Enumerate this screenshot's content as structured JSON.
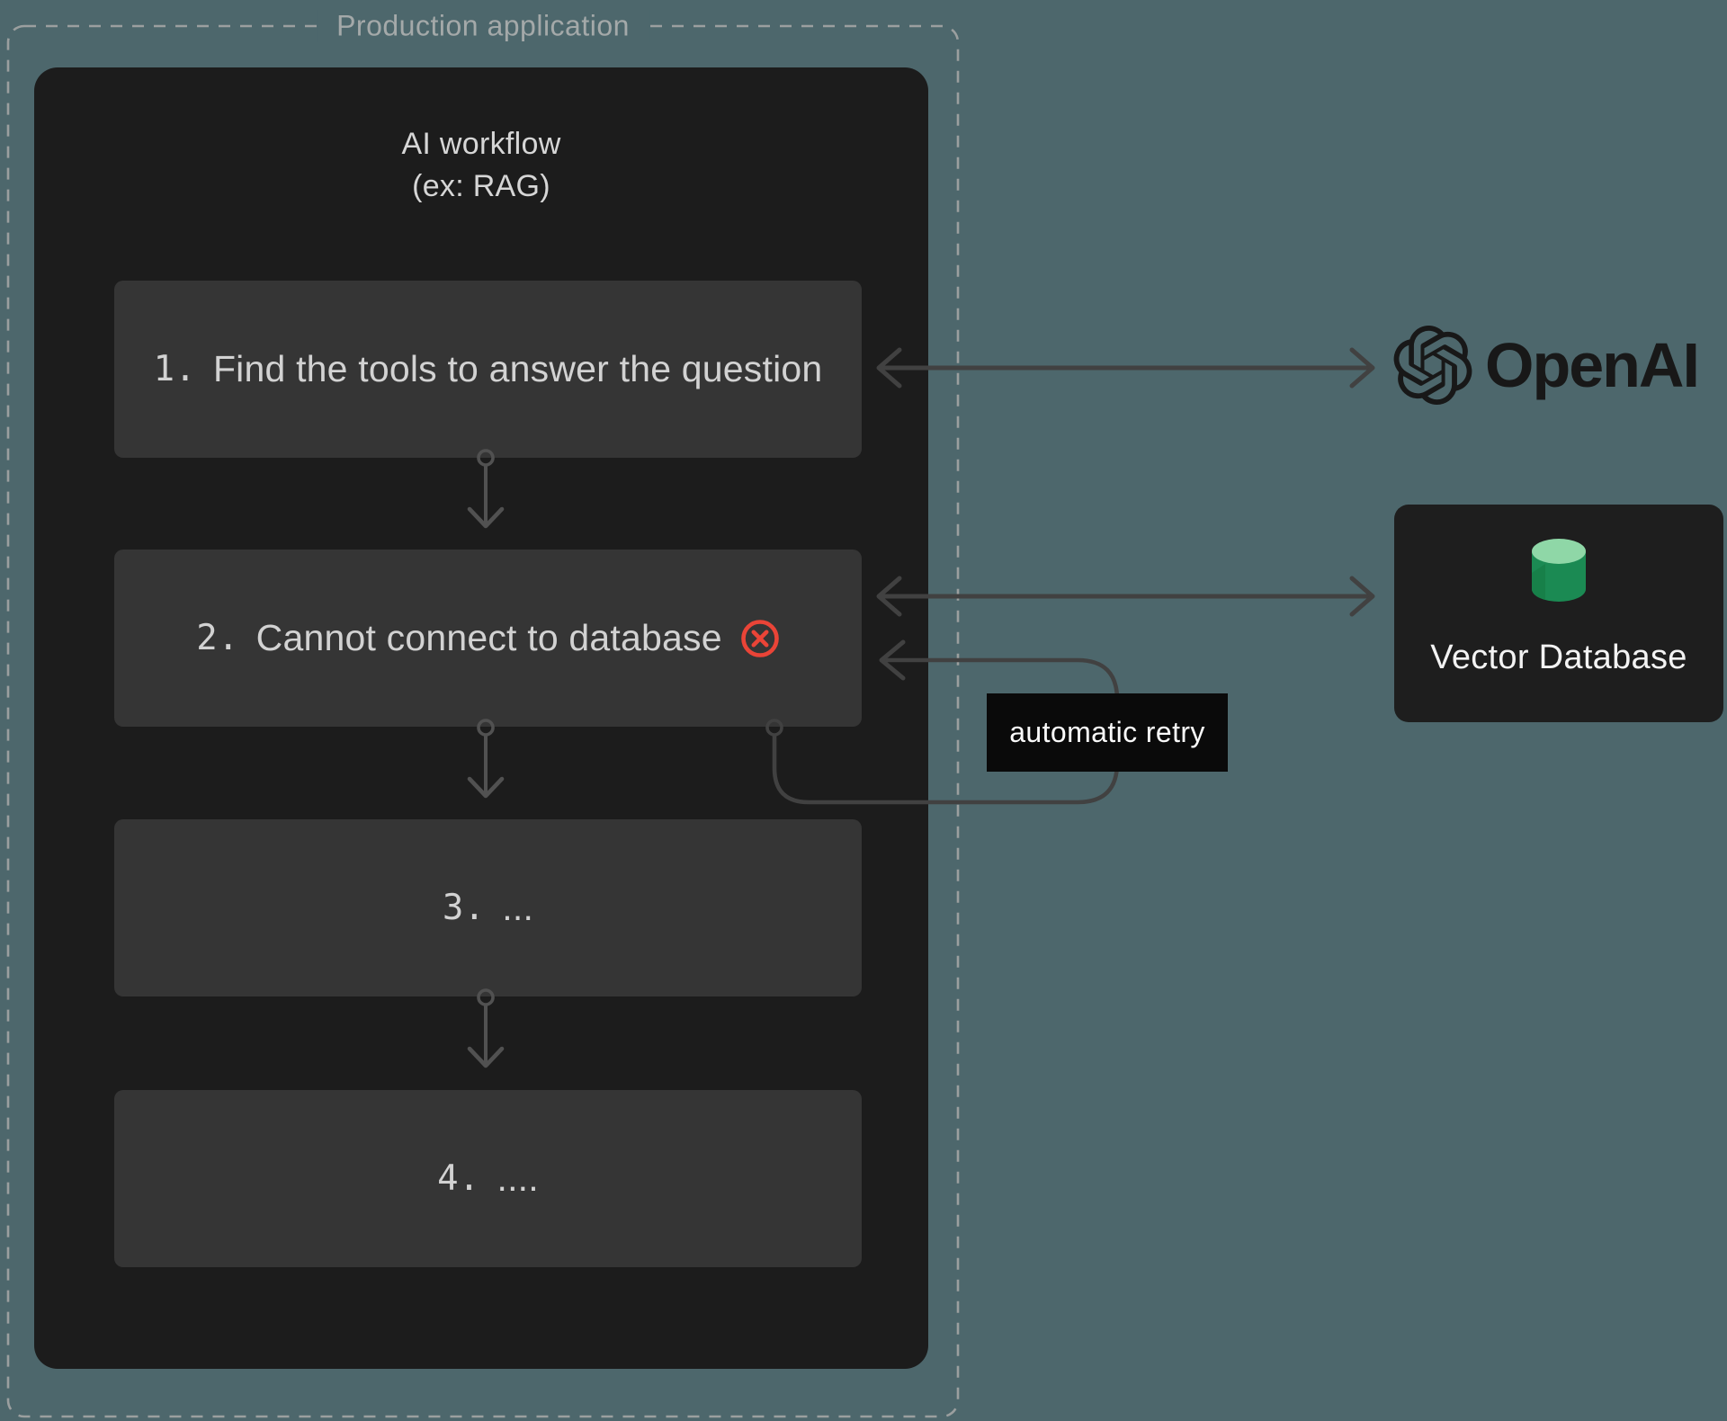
{
  "production_box": {
    "title": "Production application"
  },
  "workflow": {
    "title_line1": "AI workflow",
    "title_line2": "(ex: RAG)",
    "steps": [
      {
        "num": "1.",
        "text": "Find the tools to answer the question"
      },
      {
        "num": "2.",
        "text": "Cannot connect to database"
      },
      {
        "num": "3.",
        "text": "..."
      },
      {
        "num": "4.",
        "text": "...."
      }
    ]
  },
  "retry": {
    "label": "automatic retry"
  },
  "services": {
    "openai": {
      "name": "OpenAI"
    },
    "vector_db": {
      "label": "Vector Database"
    }
  },
  "icons": {
    "error": "circled-x-icon",
    "database": "database-cylinder-icon",
    "openai": "openai-blossom-icon"
  },
  "colors": {
    "background": "#4d676c",
    "container": "#1c1c1c",
    "step_box": "#353535",
    "arrow_outer": "#414141",
    "arrow_inner": "#515151",
    "error_red": "#ea4437",
    "db_green_top": "#8fd7a7",
    "db_green_body": "#1b8a53",
    "retry_label_bg": "#0a0a0a"
  }
}
